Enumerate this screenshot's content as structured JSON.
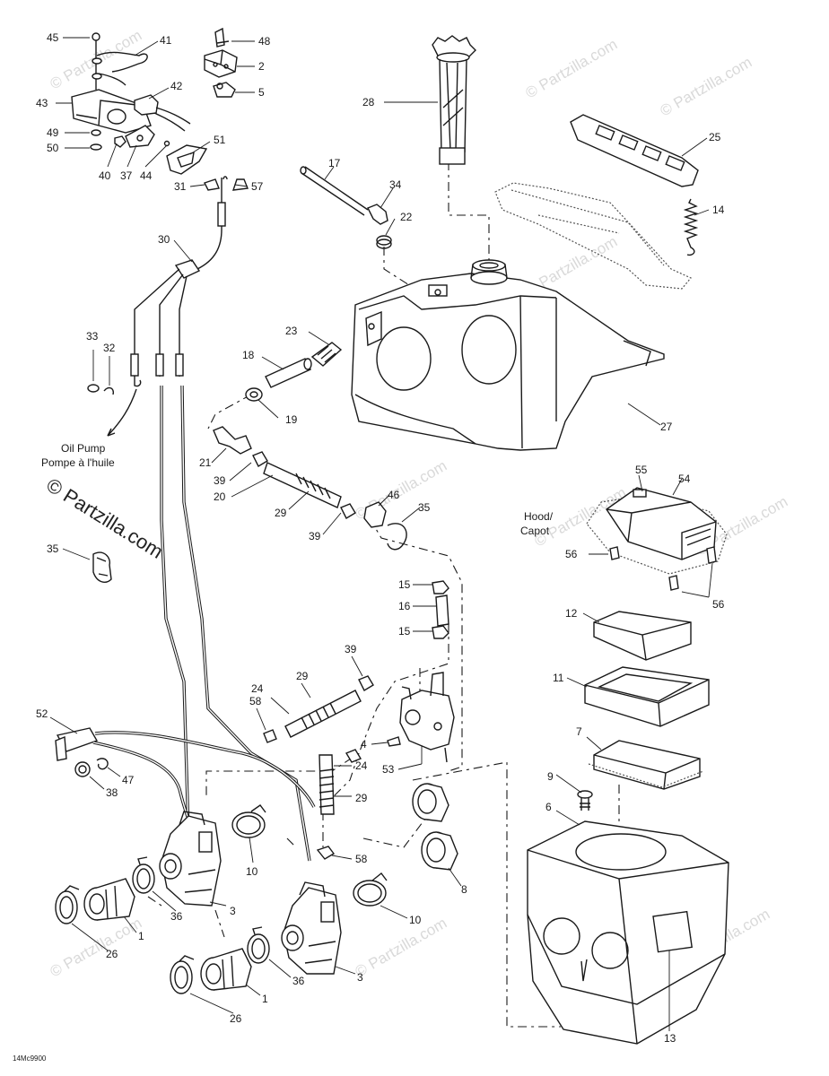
{
  "watermark": {
    "text": "© Partzilla.com",
    "color": "#d9d9d9"
  },
  "diagram_code": "14Mc9900",
  "annotations": {
    "oil_pump_en": "Oil Pump",
    "oil_pump_fr": "Pompe à l'huile",
    "hood_en": "Hood/",
    "hood_fr": "Capot"
  },
  "callouts": {
    "c45": "45",
    "c41": "41",
    "c48": "48",
    "c2": "2",
    "c5": "5",
    "c42": "42",
    "c43": "43",
    "c49": "49",
    "c50": "50",
    "c40": "40",
    "c37": "37",
    "c44": "44",
    "c51": "51",
    "c31": "31",
    "c57": "57",
    "c30": "30",
    "c33": "33",
    "c32": "32",
    "c28": "28",
    "c25": "25",
    "c14": "14",
    "c17": "17",
    "c34": "34",
    "c22": "22",
    "c23": "23",
    "c18": "18",
    "c19": "19",
    "c27": "27",
    "c21": "21",
    "c39a": "39",
    "c20": "20",
    "c29a": "29",
    "c39b": "39",
    "c46": "46",
    "c35a": "35",
    "c35b": "35",
    "c55": "55",
    "c54": "54",
    "c56a": "56",
    "c56b": "56",
    "c15a": "15",
    "c16": "16",
    "c15b": "15",
    "c12": "12",
    "c39c": "39",
    "c29b": "29",
    "c24a": "24",
    "c58a": "58",
    "c11": "11",
    "c7": "7",
    "c4": "4",
    "c24b": "24",
    "c53": "53",
    "c52": "52",
    "c47": "47",
    "c38": "38",
    "c9": "9",
    "c6": "6",
    "c29c": "29",
    "c58b": "58",
    "c10a": "10",
    "c8": "8",
    "c10b": "10",
    "c3a": "3",
    "c36a": "36",
    "c1a": "1",
    "c26a": "26",
    "c3b": "3",
    "c36b": "36",
    "c1b": "1",
    "c26b": "26",
    "c13": "13"
  }
}
